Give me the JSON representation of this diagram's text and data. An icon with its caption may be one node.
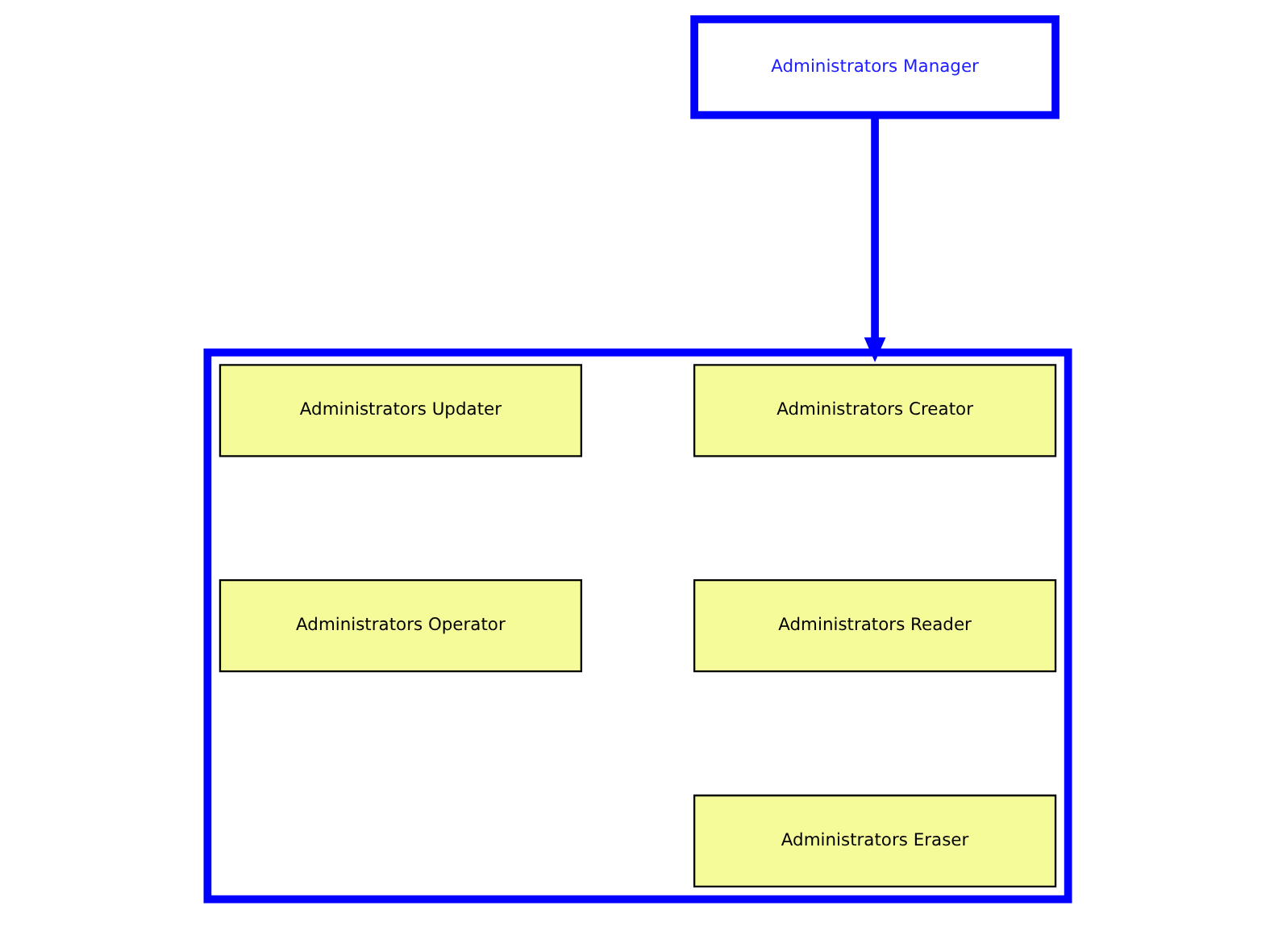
{
  "diagram": {
    "nodes": [
      {
        "text": [
          "Administrators Manager"
        ]
      },
      {
        "text": [],
        "shape": "box"
      },
      {
        "text": [
          "Administrators Creator"
        ],
        "in": 1
      },
      {
        "text": [
          "Administrators Updater"
        ],
        "in": 1
      },
      {
        "text": [
          "Administrators Reader"
        ],
        "in": 1
      },
      {
        "text": [
          "Administrators Operator"
        ],
        "in": 1
      },
      {
        "text": [
          "Administrators Eraser"
        ],
        "in": 1
      }
    ],
    "edges": [
      {
        "from": 0,
        "to": 1,
        "arrow": "to",
        "color": "#0000ff"
      }
    ]
  }
}
